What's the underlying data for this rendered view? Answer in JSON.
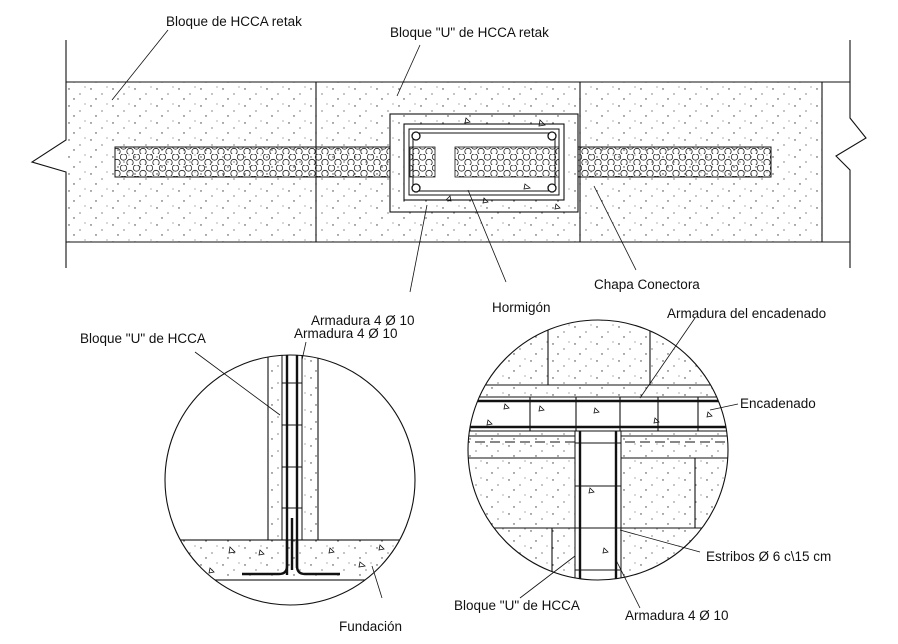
{
  "labels": {
    "bloque_hcca_retak": "Bloque de HCCA retak",
    "bloque_u_hcca_retak": "Bloque \"U\" de HCCA retak",
    "chapa_conectora": "Chapa Conectora",
    "hormigon": "Hormigón",
    "armadura_1": "Armadura 4 Ø 10",
    "armadura_2": "Armadura 4 Ø 10",
    "bloque_u_hcca_left": "Bloque \"U\" de HCCA",
    "fundacion": "Fundación",
    "armadura_encadenado": "Armadura del encadenado",
    "encadenado": "Encadenado",
    "estribos": "Estribos Ø 6 c\\15 cm",
    "bloque_u_hcca_right": "Bloque \"U\" de HCCA",
    "armadura_3": "Armadura 4 Ø 10"
  }
}
